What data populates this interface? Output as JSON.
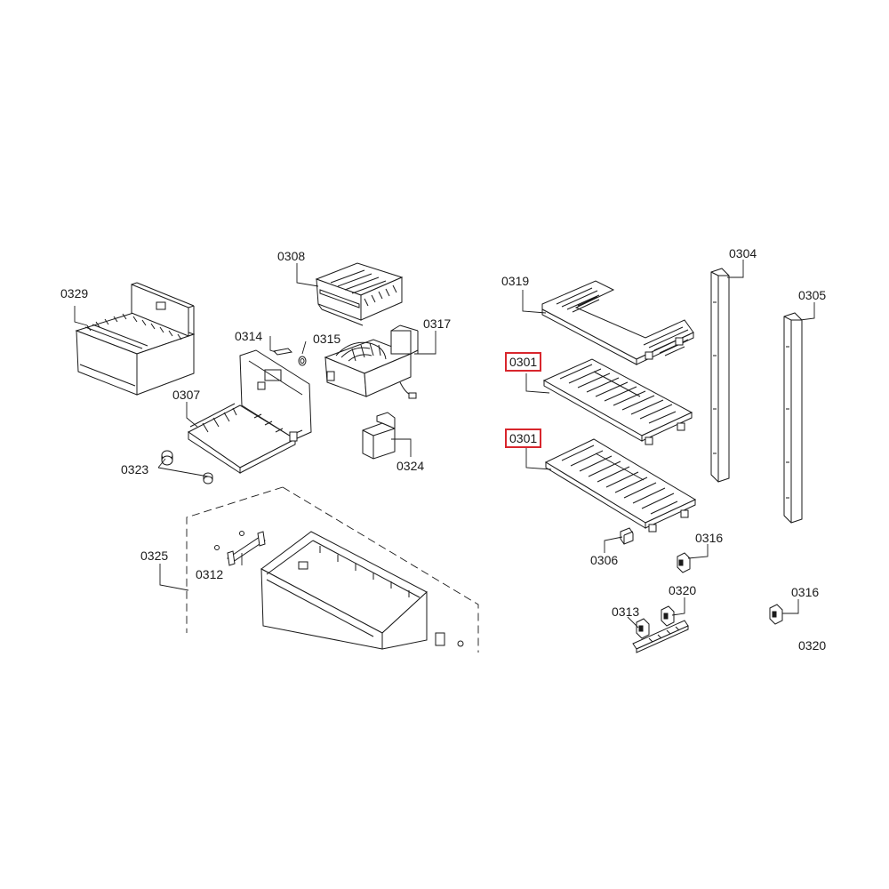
{
  "callouts": [
    {
      "id": "0329",
      "text": "0329",
      "highlight": false
    },
    {
      "id": "0308",
      "text": "0308",
      "highlight": false
    },
    {
      "id": "0314",
      "text": "0314",
      "highlight": false
    },
    {
      "id": "0315",
      "text": "0315",
      "highlight": false
    },
    {
      "id": "0317",
      "text": "0317",
      "highlight": false
    },
    {
      "id": "0307",
      "text": "0307",
      "highlight": false
    },
    {
      "id": "0323",
      "text": "0323",
      "highlight": false
    },
    {
      "id": "0324",
      "text": "0324",
      "highlight": false
    },
    {
      "id": "0325",
      "text": "0325",
      "highlight": false
    },
    {
      "id": "0312",
      "text": "0312",
      "highlight": false
    },
    {
      "id": "0319",
      "text": "0319",
      "highlight": false
    },
    {
      "id": "0304",
      "text": "0304",
      "highlight": false
    },
    {
      "id": "0305",
      "text": "0305",
      "highlight": false
    },
    {
      "id": "0301a",
      "text": "0301",
      "highlight": true
    },
    {
      "id": "0301b",
      "text": "0301",
      "highlight": true
    },
    {
      "id": "0306",
      "text": "0306",
      "highlight": false
    },
    {
      "id": "0316a",
      "text": "0316",
      "highlight": false
    },
    {
      "id": "0320a",
      "text": "0320",
      "highlight": false
    },
    {
      "id": "0313",
      "text": "0313",
      "highlight": false
    },
    {
      "id": "0316b",
      "text": "0316",
      "highlight": false
    },
    {
      "id": "0320b",
      "text": "0320",
      "highlight": false
    }
  ],
  "colors": {
    "line": "#1a1a1a",
    "highlight_border": "#d8262d",
    "background": "#ffffff"
  }
}
